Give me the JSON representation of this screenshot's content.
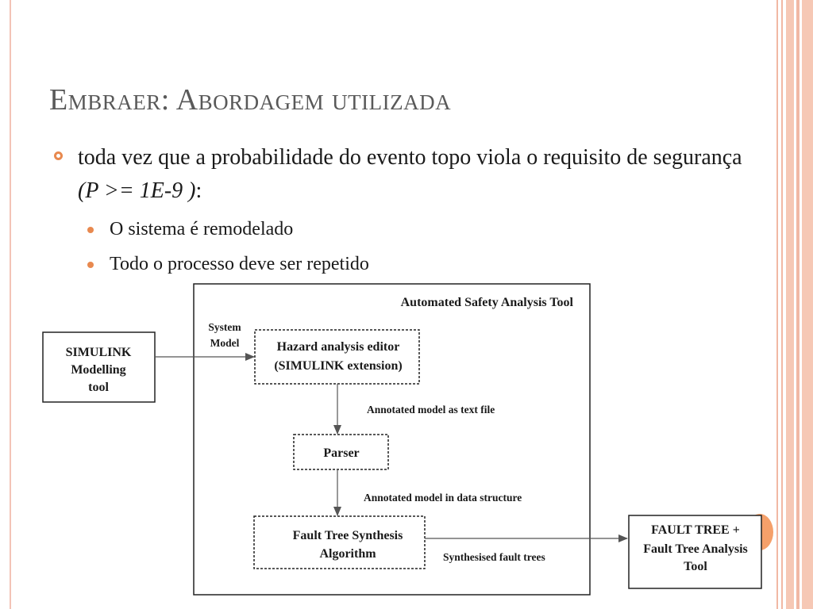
{
  "slide": {
    "title": "Embraer: Abordagem utilizada",
    "bullet_main_text": "toda vez que a probabilidade do evento topo viola o requisito de segurança ",
    "bullet_main_italic": "(P >= 1E-9 )",
    "bullet_main_end": ":",
    "sub_bullets": [
      "O sistema é remodelado",
      "Todo o processo deve ser repetido"
    ]
  },
  "diagram": {
    "tool_title": "Automated Safety Analysis Tool",
    "simulink_box": [
      "SIMULINK",
      "Modelling",
      "tool"
    ],
    "system_model_label": [
      "System",
      "Model"
    ],
    "hazard_box": [
      "Hazard analysis editor",
      "(SIMULINK extension)"
    ],
    "annotated_text_label": "Annotated model as text file",
    "parser_box": "Parser",
    "annotated_data_label": "Annotated model in data structure",
    "fault_tree_box": [
      "Fault Tree Synthesis",
      "Algorithm"
    ],
    "synthesised_label": "Synthesised fault trees",
    "output_box": [
      "FAULT TREE +",
      "Fault Tree Analysis",
      "Tool"
    ]
  }
}
